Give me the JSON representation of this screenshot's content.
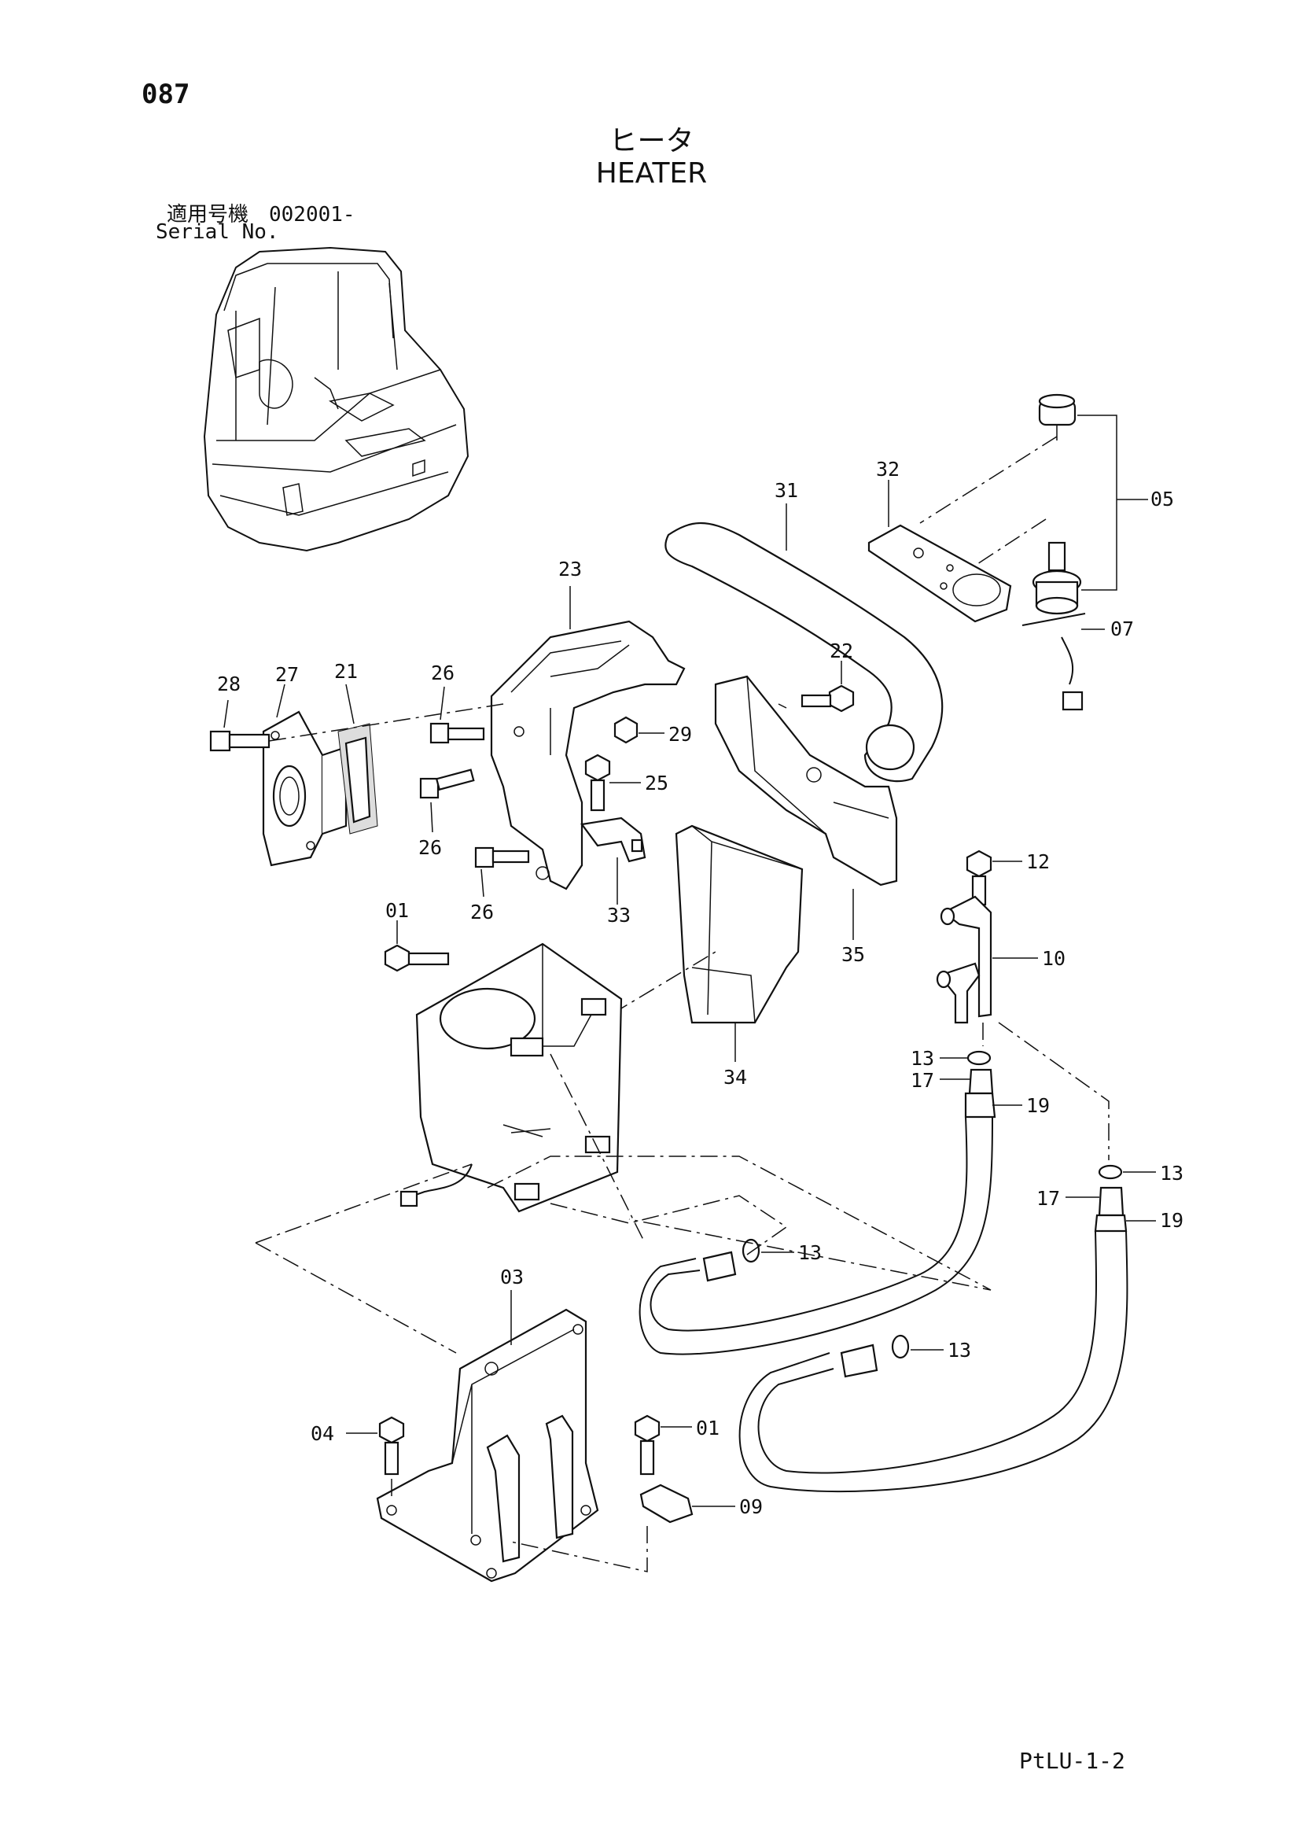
{
  "page": {
    "number": "087",
    "title_jp": "ヒータ",
    "title_en": "HEATER",
    "serial_label_jp": "適用号機　002001-",
    "serial_label_en": "Serial No.",
    "footer_code": "PtLU-1-2"
  },
  "callouts": [
    {
      "id": "c-31",
      "label": "31"
    },
    {
      "id": "c-32",
      "label": "32"
    },
    {
      "id": "c-05",
      "label": "05"
    },
    {
      "id": "c-07",
      "label": "07"
    },
    {
      "id": "c-23",
      "label": "23"
    },
    {
      "id": "c-28",
      "label": "28"
    },
    {
      "id": "c-27",
      "label": "27"
    },
    {
      "id": "c-21",
      "label": "21"
    },
    {
      "id": "c-26a",
      "label": "26"
    },
    {
      "id": "c-22",
      "label": "22"
    },
    {
      "id": "c-29",
      "label": "29"
    },
    {
      "id": "c-25",
      "label": "25"
    },
    {
      "id": "c-26b",
      "label": "26"
    },
    {
      "id": "c-26c",
      "label": "26"
    },
    {
      "id": "c-33",
      "label": "33"
    },
    {
      "id": "c-35",
      "label": "35"
    },
    {
      "id": "c-12",
      "label": "12"
    },
    {
      "id": "c-01a",
      "label": "01"
    },
    {
      "id": "c-10",
      "label": "10"
    },
    {
      "id": "c-34",
      "label": "34"
    },
    {
      "id": "c-13a",
      "label": "13"
    },
    {
      "id": "c-17a",
      "label": "17"
    },
    {
      "id": "c-19a",
      "label": "19"
    },
    {
      "id": "c-13b",
      "label": "13"
    },
    {
      "id": "c-17b",
      "label": "17"
    },
    {
      "id": "c-19b",
      "label": "19"
    },
    {
      "id": "c-13c",
      "label": "13"
    },
    {
      "id": "c-03",
      "label": "03"
    },
    {
      "id": "c-13d",
      "label": "13"
    },
    {
      "id": "c-04",
      "label": "04"
    },
    {
      "id": "c-01b",
      "label": "01"
    },
    {
      "id": "c-09",
      "label": "09"
    }
  ]
}
